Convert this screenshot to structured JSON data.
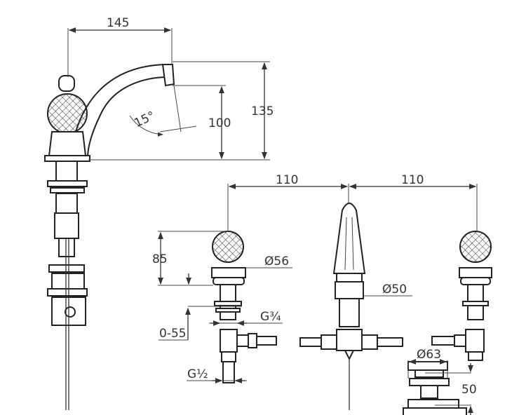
{
  "drawing": {
    "spout_reach": "145",
    "total_height": "135",
    "spout_height": "100",
    "spout_angle": "15°",
    "spacing_left": "110",
    "spacing_right": "110",
    "handle_height": "85",
    "handle_diameter": "Ø56",
    "spout_base_diameter": "Ø50",
    "connection_thread": "G¾",
    "deck_thickness_range": "0-55",
    "inlet_thread": "G½",
    "waste_diameter": "Ø63",
    "waste_height": "50"
  }
}
